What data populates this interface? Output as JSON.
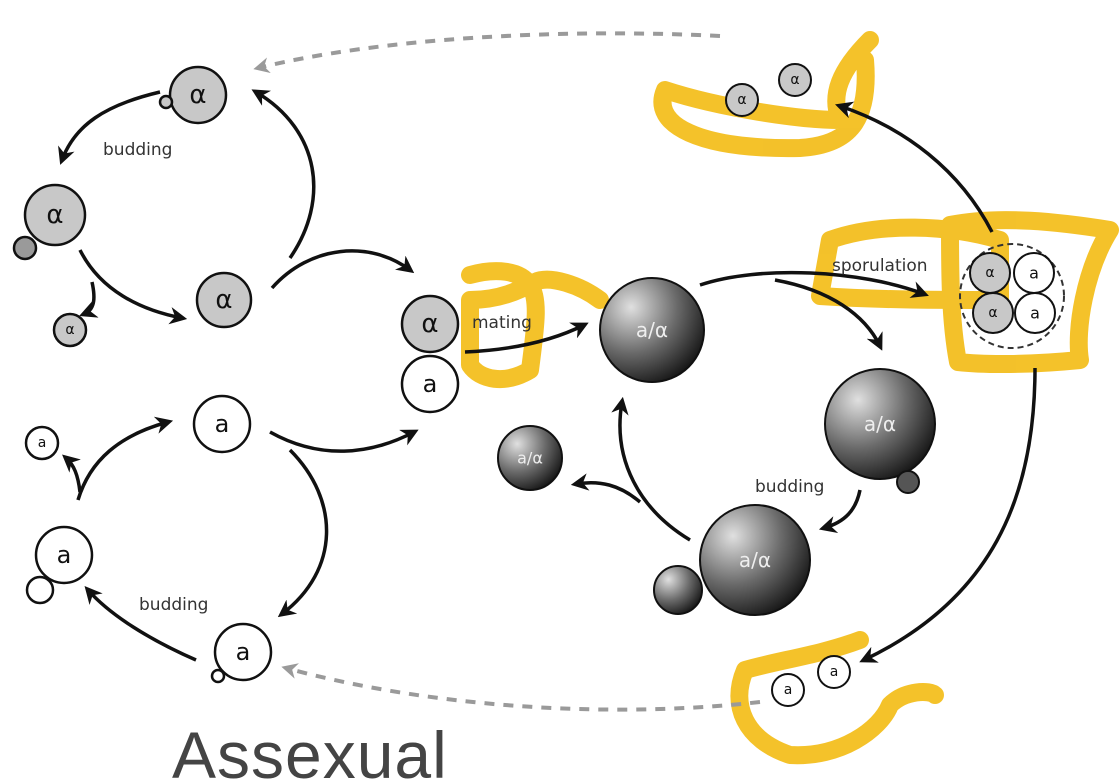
{
  "diagram": {
    "labels": {
      "budding_alpha": "budding",
      "budding_a": "budding",
      "budding_diploid": "budding",
      "mating": "mating",
      "sporulation": "sporulation"
    },
    "cell_labels": {
      "alpha": "α",
      "a": "a",
      "diploid": "a/α"
    },
    "footer_title": "Assexual",
    "colors": {
      "haploid_alpha_fill": "#c8c8c8",
      "haploid_a_fill": "#ffffff",
      "diploid_light": "#d8d8d8",
      "diploid_dark": "#1a1a1a",
      "highlight": "#f2b705",
      "arrow": "#111111",
      "dashed_arrow": "#9a9a9a"
    }
  }
}
